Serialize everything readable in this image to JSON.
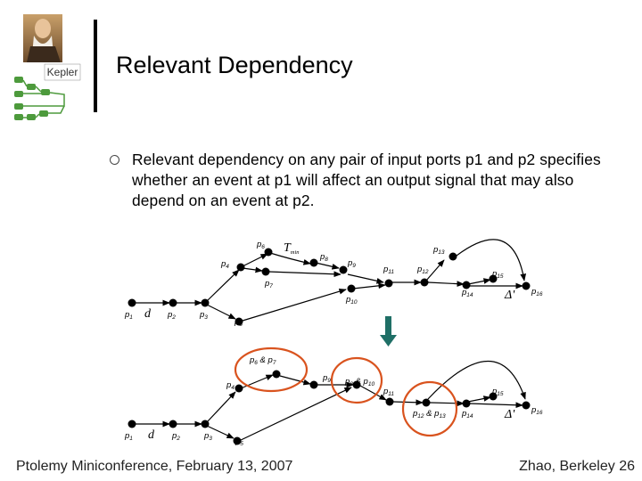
{
  "slide": {
    "title": "Relevant Dependency",
    "bullet": "Relevant dependency on any pair of input ports p1 and p2 specifies whether an event at p1 will affect an output signal that may also depend on an event at p2.",
    "logo_text": "Kepler",
    "footer_left": "Ptolemy Miniconference, February 13, 2007",
    "footer_right": "Zhao, Berkeley 26"
  },
  "colors": {
    "accent_red": "#d9531e",
    "arrow_teal": "#1f6f66",
    "logo_green": "#4d9a3c"
  },
  "top_diagram": {
    "labels": {
      "p1": "p",
      "p1s": "1",
      "p2": "p",
      "p2s": "2",
      "p3": "p",
      "p3s": "3",
      "p4": "p",
      "p4s": "4",
      "p5": "p",
      "p5s": "5",
      "p6": "p",
      "p6s": "6",
      "p7": "p",
      "p7s": "7",
      "p8": "p",
      "p8s": "8",
      "p9": "p",
      "p9s": "9",
      "p10": "p",
      "p10s": "10",
      "p11": "p",
      "p11s": "11",
      "p12": "p",
      "p12s": "12",
      "p13": "p",
      "p13s": "13",
      "p14": "p",
      "p14s": "14",
      "p15": "p",
      "p15s": "15",
      "p16": "p",
      "p16s": "16",
      "d": "d",
      "tmin": "T",
      "tmin_sub": "min",
      "delta": "Δ'"
    }
  },
  "bottom_diagram": {
    "labels": {
      "p1": "p",
      "p1s": "1",
      "p2": "p",
      "p2s": "2",
      "p3": "p",
      "p3s": "3",
      "p4": "p",
      "p4s": "4",
      "p5": "p",
      "p5s": "5",
      "p67": "p",
      "p67a": "6",
      "p67m": " & p",
      "p67b": "7",
      "p9": "p",
      "p9s": "9",
      "p810": "p",
      "p810a": "8",
      "p810m": " & p",
      "p810b": "10",
      "p11": "p",
      "p11s": "11",
      "p1213": "p",
      "p1213a": "12",
      "p1213m": " & p",
      "p1213b": "13",
      "p14": "p",
      "p14s": "14",
      "p15": "p",
      "p15s": "15",
      "p16": "p",
      "p16s": "16",
      "d": "d",
      "delta": "Δ'"
    }
  }
}
